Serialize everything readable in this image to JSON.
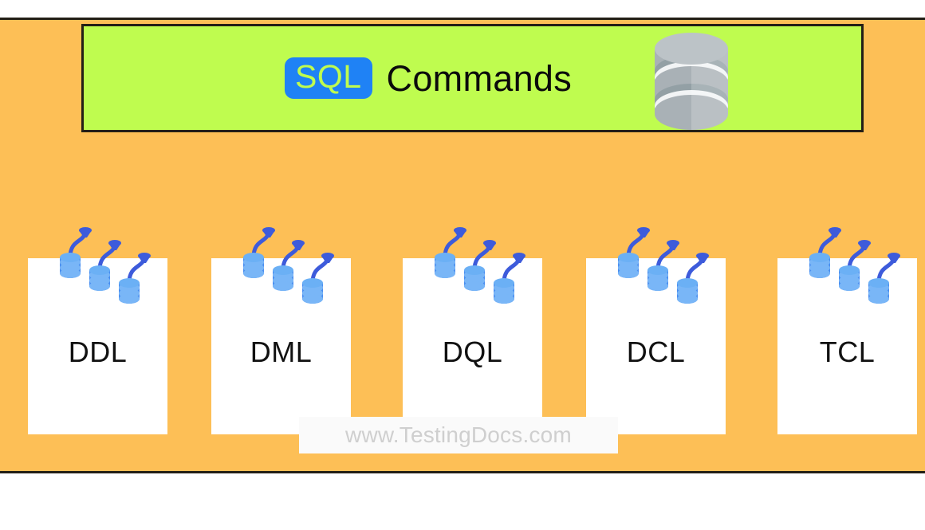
{
  "diagram": {
    "background_color": "#fdbf56",
    "border_color": "#231f16"
  },
  "banner": {
    "background_color": "#bffc4f",
    "badge_label": "SQL",
    "badge_background": "#1f82f5",
    "badge_text_color": "#bffc4f",
    "title": "Commands",
    "title_color": "#0b0b0b",
    "database_icon": "database-cylinder-icon",
    "database_icon_color": "#b9bfc4"
  },
  "cards": [
    {
      "label": "DDL",
      "icon": "database-cluster-icon"
    },
    {
      "label": "DML",
      "icon": "database-cluster-icon"
    },
    {
      "label": "DQL",
      "icon": "database-cluster-icon"
    },
    {
      "label": "DCL",
      "icon": "database-cluster-icon"
    },
    {
      "label": "TCL",
      "icon": "database-cluster-icon"
    }
  ],
  "card_style": {
    "background_color": "#ffffff",
    "label_color": "#111111",
    "icon_top_color": "#6bb0f5",
    "icon_band_color": "#4a8ef0",
    "icon_stem_color": "#3d5bdb"
  },
  "watermark": {
    "text": "www.TestingDocs.com",
    "text_color": "#cfcfcf",
    "background_color": "#fafafa"
  }
}
